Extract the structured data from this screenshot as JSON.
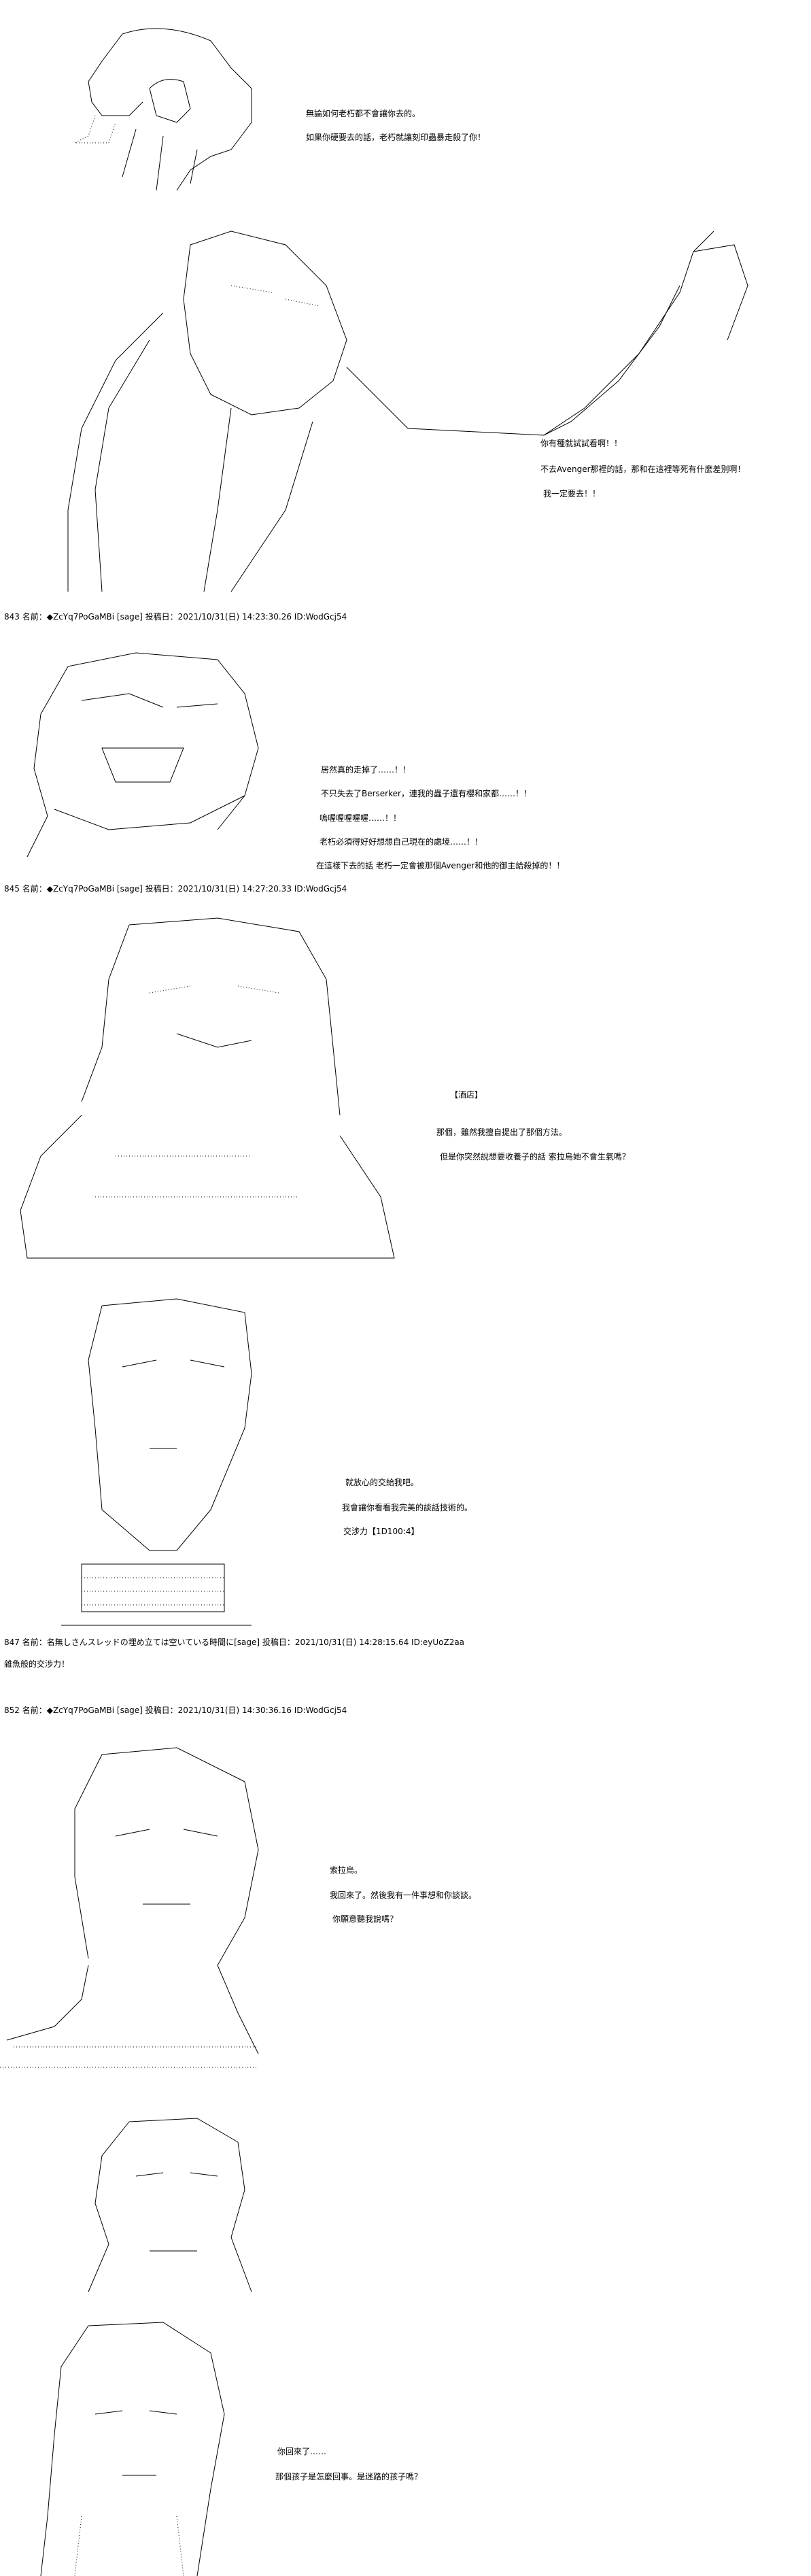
{
  "posts": [
    {
      "id": "intro",
      "lines_a": [
        "無論如何老朽都不會讓你去的。",
        "如果你硬要去的話，老朽就讓刻印蟲暴走殺了你！"
      ],
      "lines_b": [
        "你有種就試試看啊！！",
        "不去Avenger那裡的話，那和在這裡等死有什麼差別啊！",
        "我一定要去！！"
      ]
    },
    {
      "header": "843 名前：◆ZcYq7PoGaMBi [sage] 投稿日：2021/10/31(日) 14:23:30.26 ID:WodGcj54",
      "lines": [
        "居然真的走掉了……！！",
        "不只失去了Berserker，連我的蟲子還有櫻和家都……！！",
        "嗚喔喔喔喔喔……！！",
        "老朽必須得好好想想自己現在的處境……！！",
        "在這樣下去的話 老朽一定會被那個Avenger和他的御主給殺掉的！！"
      ]
    },
    {
      "header": "845 名前：◆ZcYq7PoGaMBi [sage] 投稿日：2021/10/31(日) 14:27:20.33 ID:WodGcj54",
      "location": "【酒店】",
      "lines_a": [
        "那個，雖然我擅自提出了那個方法。",
        "但是你突然說想要收養子的話 索拉烏她不會生氣嗎？"
      ],
      "lines_b": [
        "就放心的交給我吧。",
        "我會讓你看看我完美的談話技術的。"
      ],
      "dice": "交涉力【1D100:4】"
    },
    {
      "header": "847 名前：名無しさんスレッドの埋め立ては空いている時間に[sage] 投稿日：2021/10/31(日) 14:28:15.64 ID:eyUoZ2aa",
      "lines": [
        "雜魚般的交涉力！"
      ]
    },
    {
      "header": "852 名前：◆ZcYq7PoGaMBi [sage] 投稿日：2021/10/31(日) 14:30:36.16 ID:WodGcj54",
      "lines_a": [
        "索拉烏。",
        "我回來了。然後我有一件事想和你談談。",
        "你願意聽我說嗎？"
      ],
      "lines_b": [
        "你回來了……",
        "那個孩子是怎麼回事。是迷路的孩子嗎？"
      ]
    }
  ]
}
